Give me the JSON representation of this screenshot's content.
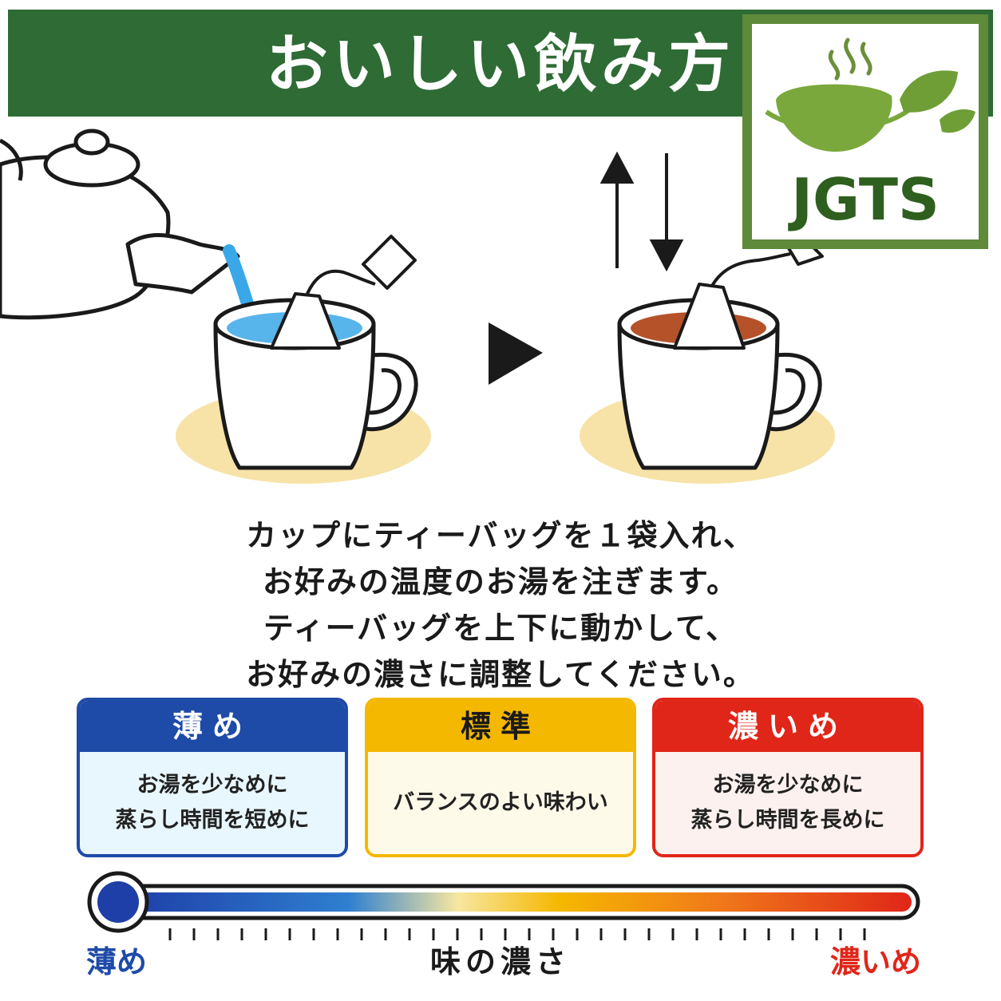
{
  "banner": {
    "title": "おいしい飲み方"
  },
  "logo": {
    "text": "JGTS"
  },
  "instructions": [
    "カップにティーバッグを１袋入れ、",
    "お好みの温度のお湯を注ぎます。",
    "ティーバッグを上下に動かして、",
    "お好みの濃さに調整してください。"
  ],
  "boxes": {
    "light": {
      "title": "薄め",
      "lines": [
        "お湯を少なめに",
        "蒸らし時間を短めに"
      ]
    },
    "standard": {
      "title": "標準",
      "lines": [
        "バランスのよい味わい"
      ]
    },
    "strong": {
      "title": "濃いめ",
      "lines": [
        "お湯を少なめに",
        "蒸らし時間を長めに"
      ]
    }
  },
  "scale": {
    "left_label": "薄め",
    "center_label": "味の濃さ",
    "right_label": "濃いめ",
    "level": 0.0
  },
  "colors": {
    "banner": "#2e6b35",
    "light": "#1e4aa8",
    "standard": "#f5b800",
    "strong": "#e02619",
    "water": "#3aa8e8",
    "saucer": "#f7e3a8",
    "tea": "#b5522a"
  }
}
